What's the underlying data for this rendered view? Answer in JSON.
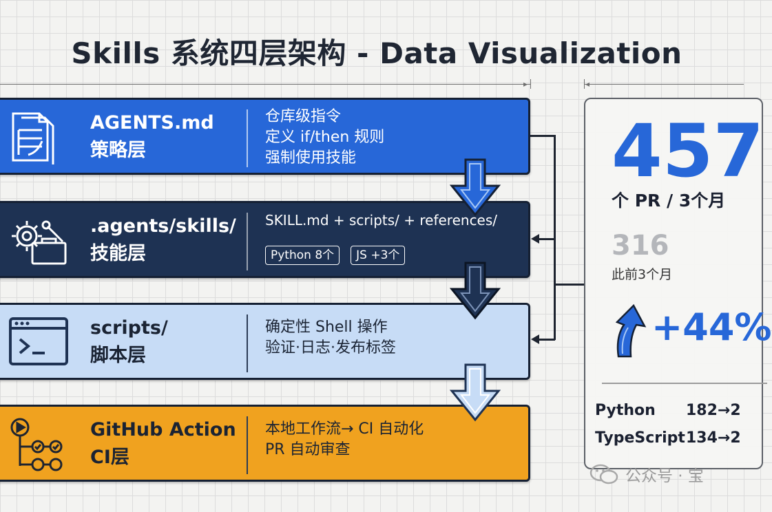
{
  "title": "Skills 系统四层架构 - Data Visualization",
  "layers": [
    {
      "name_line1": "AGENTS.md",
      "name_line2": "策略层",
      "desc": [
        "仓库级指令",
        "定义 if/then 规则",
        "强制使用技能"
      ],
      "icon": "document-icon"
    },
    {
      "name_line1": ".agents/skills/",
      "name_line2": "技能层",
      "desc": [
        "SKILL.md + scripts/ + references/"
      ],
      "tags": [
        "Python 8个",
        "JS +3个"
      ],
      "icon": "gear-toolbox-icon"
    },
    {
      "name_line1": "scripts/",
      "name_line2": "脚本层",
      "desc": [
        "确定性 Shell 操作",
        "验证·日志·发布标签"
      ],
      "icon": "terminal-icon"
    },
    {
      "name_line1": "GitHub Action",
      "name_line2": "CI层",
      "desc": [
        "本地工作流→ CI 自动化",
        "PR 自动审查"
      ],
      "icon": "workflow-icon"
    }
  ],
  "stats": {
    "main_value": "457",
    "main_caption": "个 PR / 3个月",
    "previous_value": "316",
    "previous_caption": "此前3个月",
    "growth": "+44%",
    "languages": [
      {
        "name": "Python",
        "value": "182→2"
      },
      {
        "name": "TypeScript",
        "value": "134→2"
      }
    ]
  },
  "watermark": "公众号 · 宝",
  "colors": {
    "policy": "#2767d8",
    "skills": "#1e3253",
    "scripts": "#c7dcf6",
    "ci": "#f0a21f",
    "accent": "#2767d8"
  }
}
